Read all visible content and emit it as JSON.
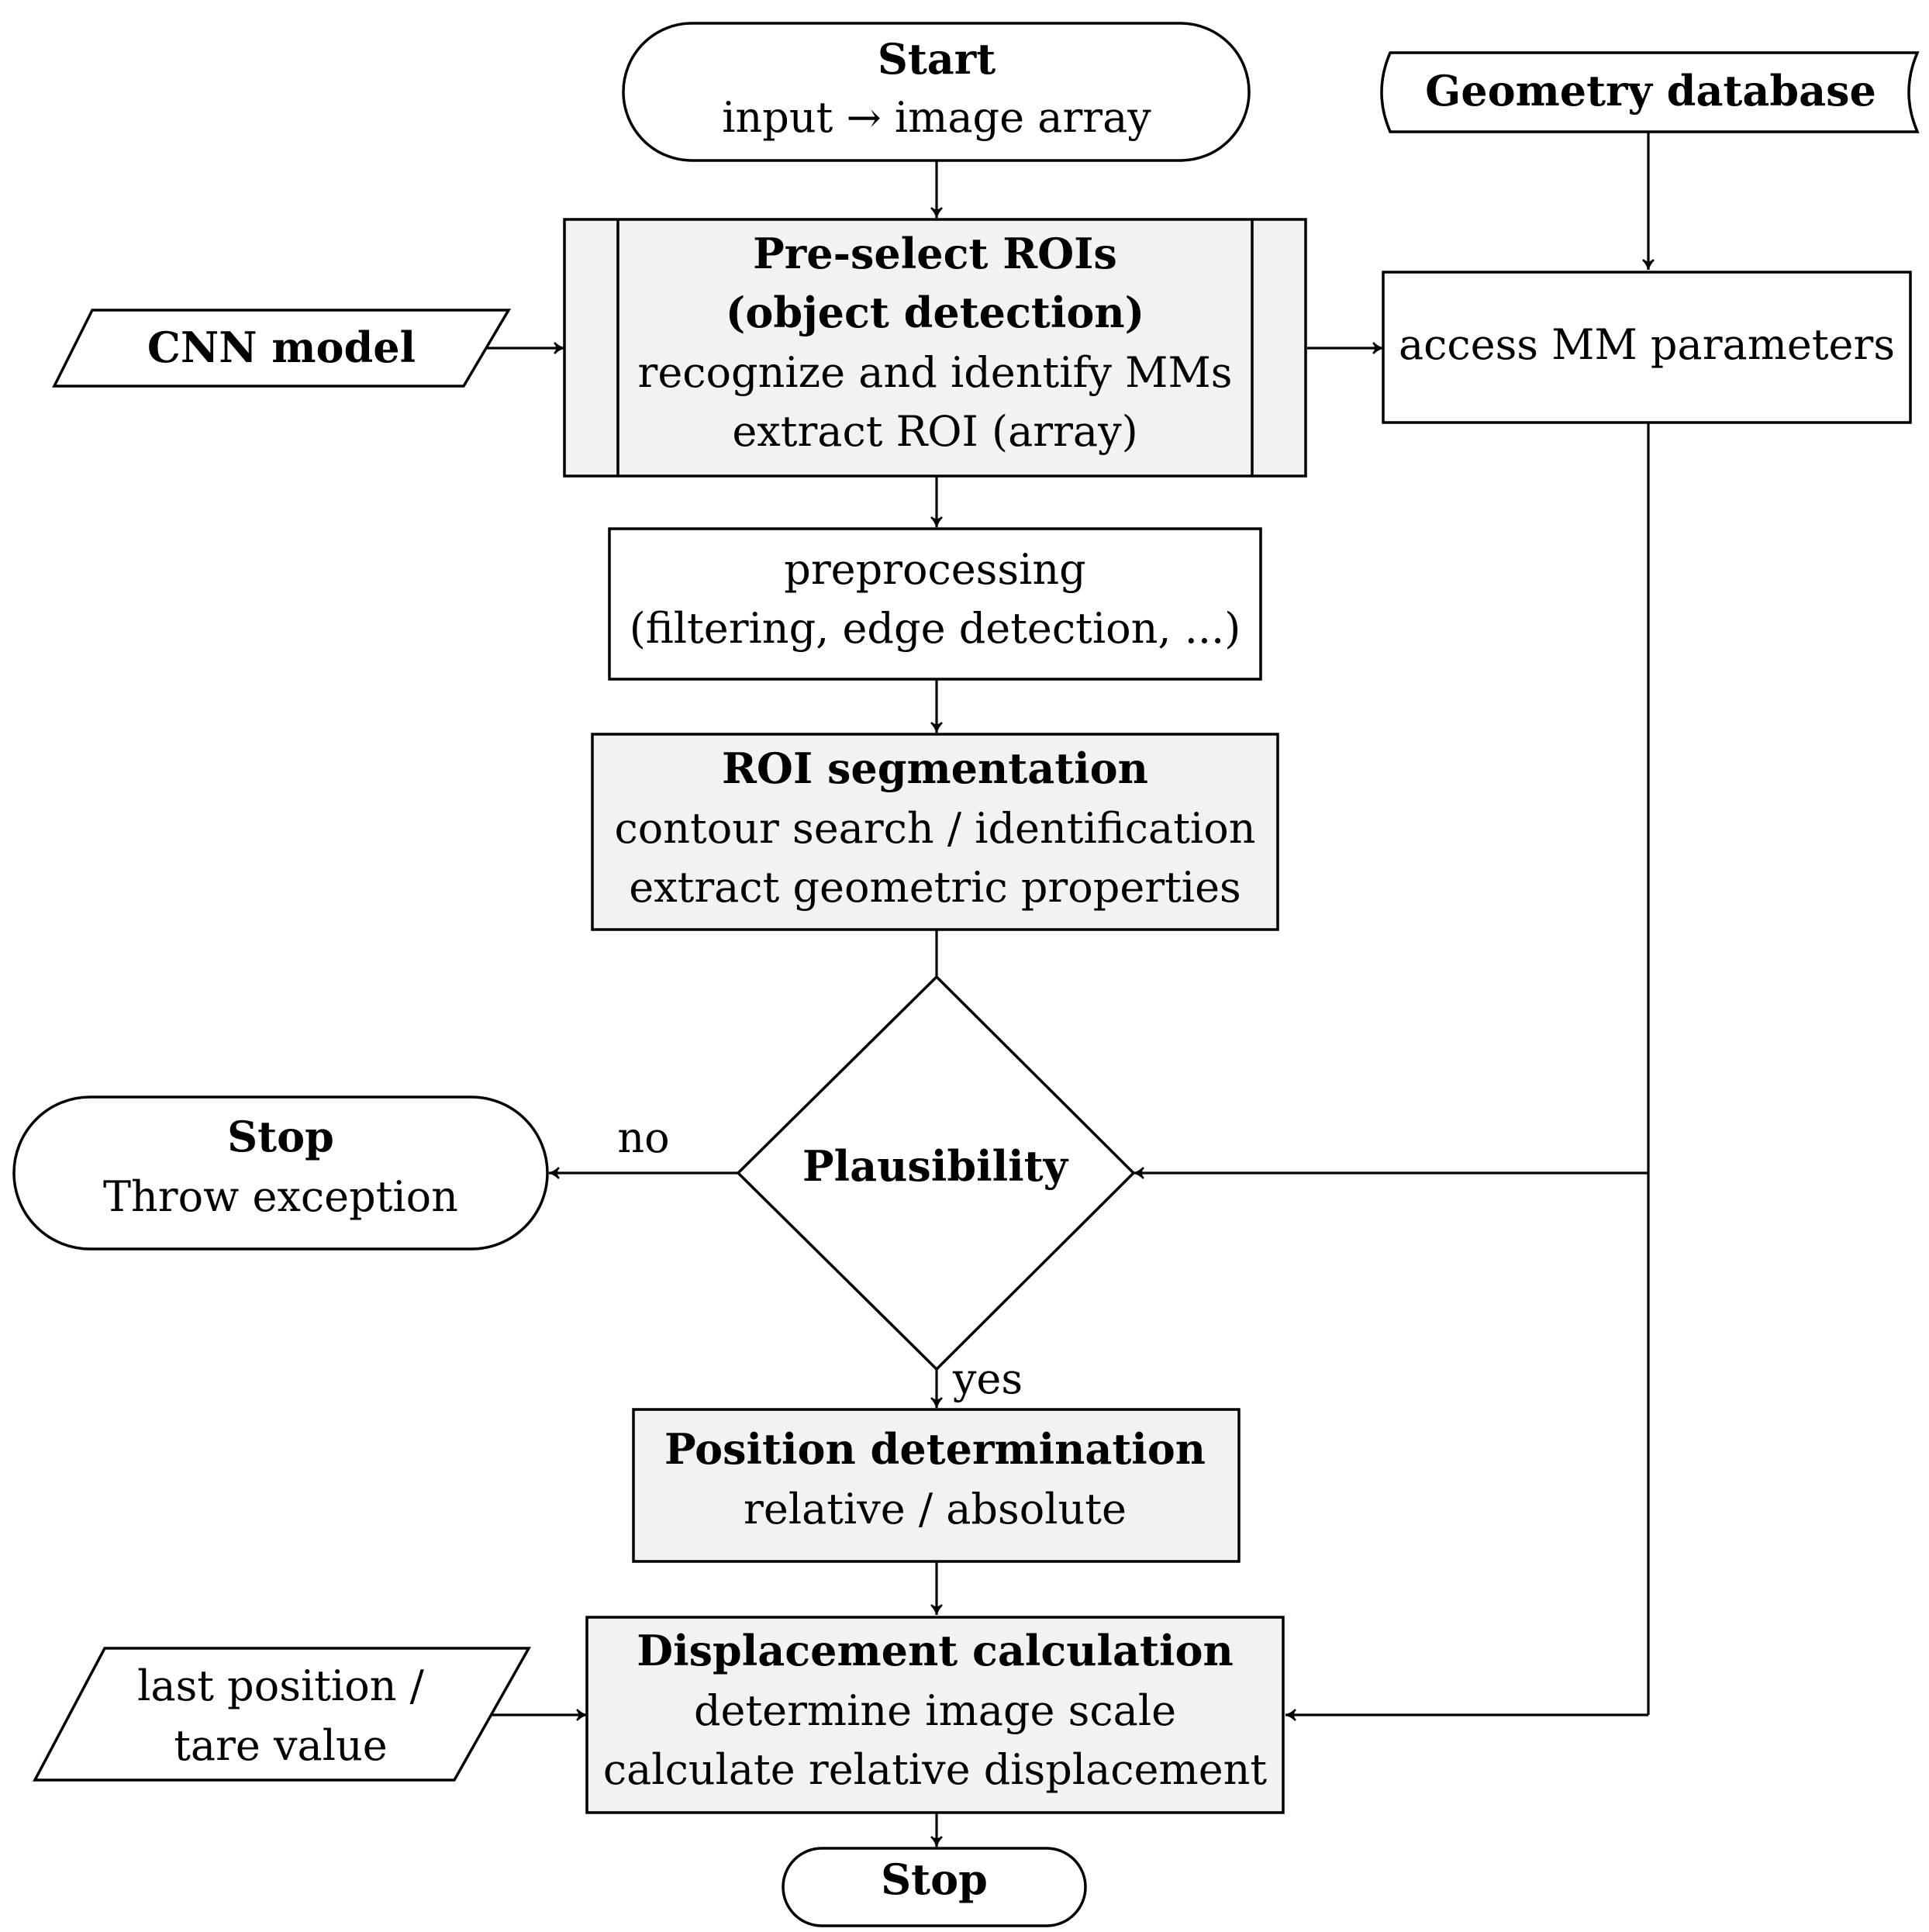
{
  "colors": {
    "stroke": "#000000",
    "shaded_fill": "#f2f2f2",
    "plain_fill": "#ffffff"
  },
  "nodes": {
    "start": {
      "title": "Start",
      "line1": "input → image array"
    },
    "geometry_database": {
      "title": "Geometry database"
    },
    "cnn_model": {
      "title": "CNN model"
    },
    "preselect": {
      "title1": "Pre-select ROIs",
      "title2": "(object detection)",
      "line1": "recognize and identify MMs",
      "line2": "extract ROI (array)"
    },
    "access_mm": {
      "line1": "access MM parameters"
    },
    "preprocessing": {
      "line1": "preprocessing",
      "line2": "(filtering, edge detection, ...)"
    },
    "roi_segmentation": {
      "title": "ROI segmentation",
      "line1": "contour search / identification",
      "line2": "extract geometric properties"
    },
    "plausibility": {
      "title": "Plausibility"
    },
    "stop_exception": {
      "title": "Stop",
      "line1": "Throw exception"
    },
    "position": {
      "title": "Position determination",
      "line1": "relative / absolute"
    },
    "last_position": {
      "line1": "last position /",
      "line2": "tare value"
    },
    "displacement": {
      "title": "Displacement calculation",
      "line1": "determine image scale",
      "line2": "calculate relative displacement"
    },
    "stop_end": {
      "title": "Stop"
    }
  },
  "edge_labels": {
    "no": "no",
    "yes": "yes"
  }
}
